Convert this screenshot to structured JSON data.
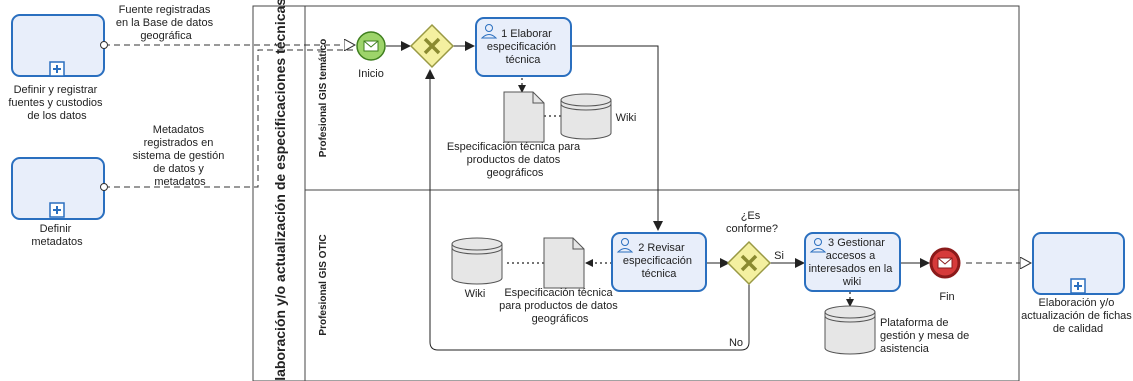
{
  "pool": {
    "title": "Elaboración y/o actualización de especificaciones técnicas",
    "lanes": [
      "Profesional GIS temático",
      "Profesional GIS OTIC"
    ]
  },
  "external": {
    "p1": [
      "Definir y registrar",
      "fuentes y custodios",
      "de los datos"
    ],
    "p2": [
      "Definir",
      "metadatos"
    ],
    "p3": [
      "Elaboración y/o",
      "actualización de fichas",
      "de calidad"
    ]
  },
  "messages": {
    "m1": [
      "Fuente registradas",
      "en la Base de datos",
      "geográfica"
    ],
    "m2": [
      "Metadatos",
      "registrados en",
      "sistema de gestión",
      "de datos y",
      "metadatos"
    ]
  },
  "tasks": {
    "t1": [
      "1 Elaborar",
      "especificación",
      "técnica"
    ],
    "t2": [
      "2 Revisar",
      "especificación",
      "técnica"
    ],
    "t3": [
      "3 Gestionar",
      "accesos a",
      "interesados en la",
      "wiki"
    ]
  },
  "events": {
    "start": "Inicio",
    "end": "Fin"
  },
  "gateway": {
    "question": [
      "¿Es",
      "conforme?"
    ],
    "yes": "Si",
    "no": "No"
  },
  "artifacts": {
    "doc1": [
      "Especificación técnica para",
      "productos de datos",
      "geográficos"
    ],
    "doc2": [
      "Especificación técnica",
      "para productos de datos",
      "geográficos"
    ],
    "wiki": "Wiki",
    "platform": [
      "Plataforma de",
      "gestión y mesa de",
      "asistencia"
    ]
  },
  "colors": {
    "task_fill": "#e8eefa",
    "task_stroke": "#2a6fbf",
    "start": "#9dd46a",
    "end": "#d63a3a",
    "gateway": "#f4f0a0"
  }
}
